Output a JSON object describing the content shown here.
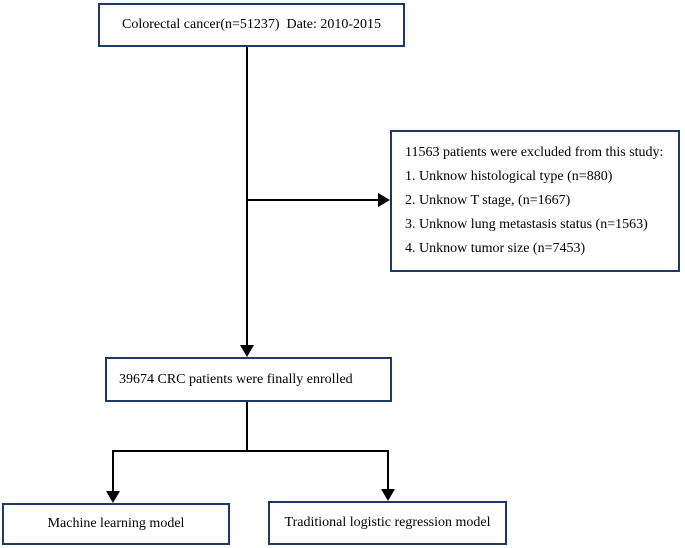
{
  "boxes": {
    "source": {
      "text": "Colorectal cancer(n=51237)  Date: 2010-2015"
    },
    "excluded": {
      "heading": "11563 patients were excluded from this study:",
      "items": [
        "1. Unknow histological type (n=880)",
        "2. Unknow T stage, (n=1667)",
        "3. Unknow lung metastasis status (n=1563)",
        "4. Unknow tumor size (n=7453)"
      ]
    },
    "enrolled": {
      "text": "39674 CRC patients were finally enrolled"
    },
    "model_left": {
      "text": "Machine learning model"
    },
    "model_right": {
      "text": "Traditional logistic regression model"
    }
  },
  "colors": {
    "border": "#1f3864",
    "line": "#000000",
    "text": "#000000",
    "background": "#ffffff"
  }
}
